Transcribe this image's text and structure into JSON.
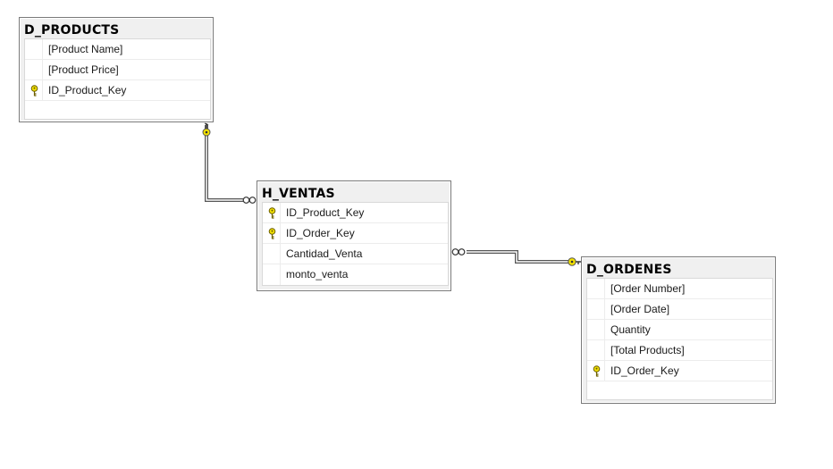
{
  "tables": {
    "d_products": {
      "title": "D_PRODUCTS",
      "columns": [
        {
          "name": "[Product Name]",
          "key": false
        },
        {
          "name": "[Product Price]",
          "key": false
        },
        {
          "name": "ID_Product_Key",
          "key": true
        }
      ]
    },
    "h_ventas": {
      "title": "H_VENTAS",
      "columns": [
        {
          "name": "ID_Product_Key",
          "key": true
        },
        {
          "name": "ID_Order_Key",
          "key": true
        },
        {
          "name": "Cantidad_Venta",
          "key": false
        },
        {
          "name": "monto_venta",
          "key": false
        }
      ]
    },
    "d_ordenes": {
      "title": "D_ORDENES",
      "columns": [
        {
          "name": "[Order Number]",
          "key": false
        },
        {
          "name": "[Order Date]",
          "key": false
        },
        {
          "name": "Quantity",
          "key": false
        },
        {
          "name": "[Total Products]",
          "key": false
        },
        {
          "name": "ID_Order_Key",
          "key": true
        }
      ]
    }
  },
  "relationships": [
    {
      "from": "D_PRODUCTS",
      "to": "H_VENTAS",
      "one_end": "key-icon",
      "many_end": "infinity-icon"
    },
    {
      "from": "D_ORDENES",
      "to": "H_VENTAS",
      "one_end": "key-icon",
      "many_end": "infinity-icon"
    }
  ],
  "colors": {
    "key_fill": "#f2e100",
    "key_stroke": "#7a6a00",
    "connector": "#555555"
  }
}
